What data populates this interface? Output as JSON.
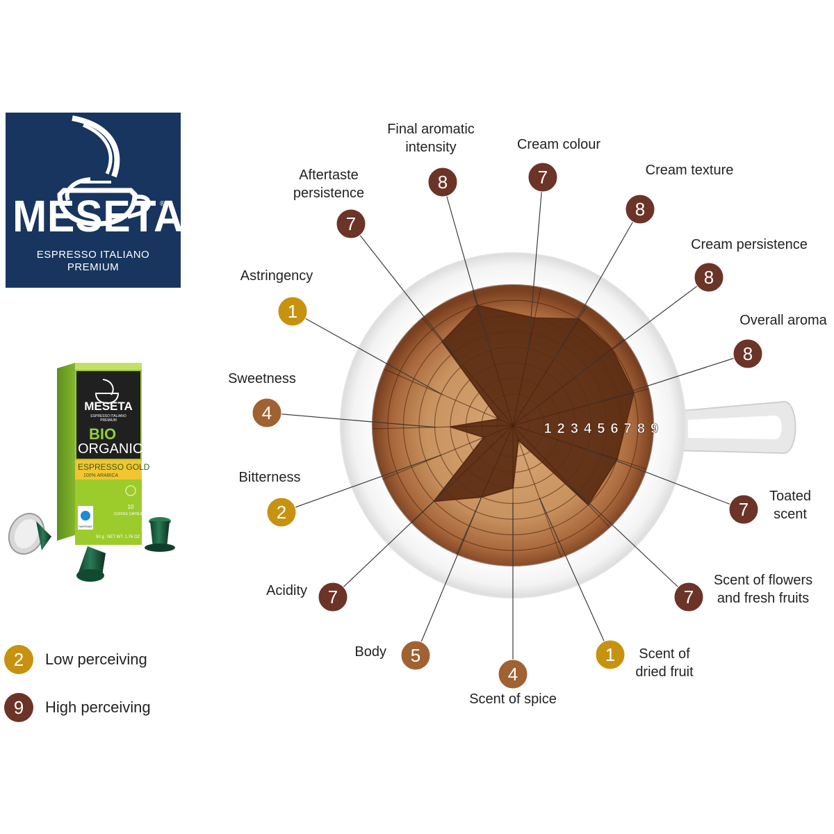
{
  "brand": {
    "name": "MESETA",
    "line1": "ESPRESSO ITALIANO",
    "line2": "PREMIUM",
    "registered": "®"
  },
  "package": {
    "brand": "MESETA",
    "sub1": "ESPRESSO ITALIANO",
    "sub2": "PREMIUM",
    "bio": "BIO",
    "organic": "ORGANIC",
    "variant": "ESPRESSO GOLD",
    "arabica": "100% ARABICA",
    "count": "10",
    "capsules": "COFFEE CAPSULES",
    "weight": "50 g",
    "net_wt": "NET WT. 1.76 OZ",
    "fairtrade": "FAIRTRADE"
  },
  "legend": [
    {
      "value": "2",
      "label": "Low perceiving",
      "color": "#c7920f"
    },
    {
      "value": "9",
      "label": "High perceiving",
      "color": "#6b3427"
    }
  ],
  "colors": {
    "low": "#c7920f",
    "mid": "#a06232",
    "high": "#6b3427",
    "web": "#5a2b12",
    "crema": "#c89466",
    "logo_bg": "#17355e"
  },
  "chart_data": {
    "type": "radar",
    "scale_min": 1,
    "scale_max": 9,
    "scale_labels": [
      "1",
      "2",
      "3",
      "4",
      "5",
      "6",
      "7",
      "8",
      "9"
    ],
    "categories": [
      "Final aromatic intensity",
      "Cream colour",
      "Cream texture",
      "Cream persistence",
      "Overall aroma",
      "Toated scent",
      "Scent of flowers and fresh fruits",
      "Scent of dried fruit",
      "Scent of spice",
      "Body",
      "Acidity",
      "Bitterness",
      "Sweetness",
      "Astringency",
      "Aftertaste persistence"
    ],
    "category_lines": [
      [
        "Final aromatic",
        "intensity"
      ],
      [
        "Cream colour"
      ],
      [
        "Cream texture"
      ],
      [
        "Cream persistence"
      ],
      [
        "Overall aroma"
      ],
      [
        "Toated",
        "scent"
      ],
      [
        "Scent of flowers",
        "and fresh fruits"
      ],
      [
        "Scent of",
        "dried fruit"
      ],
      [
        "Scent of spice"
      ],
      [
        "Body"
      ],
      [
        "Acidity"
      ],
      [
        "Bitterness"
      ],
      [
        "Sweetness"
      ],
      [
        "Astringency"
      ],
      [
        "Aftertaste",
        "persistence"
      ]
    ],
    "values": [
      8,
      7,
      8,
      8,
      8,
      7,
      7,
      1,
      4,
      5,
      7,
      2,
      4,
      1,
      7
    ]
  }
}
